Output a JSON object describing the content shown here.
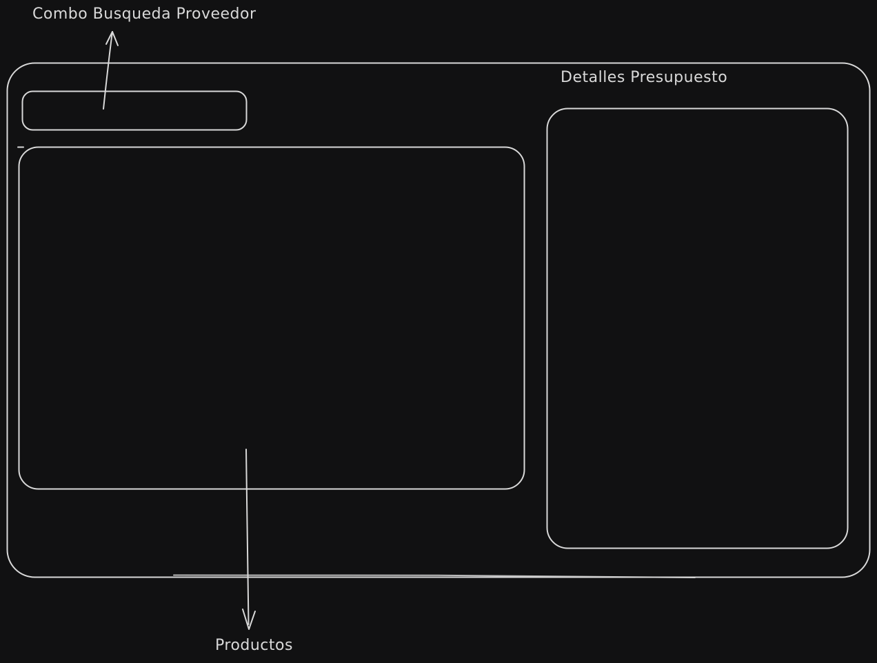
{
  "canvas": {
    "background_color": "#111112",
    "stroke_color": "#d9d9d9",
    "text_color": "#d9d9d9"
  },
  "labels": {
    "combo": "Combo Busqueda Proveedor",
    "details": "Detalles Presupuesto",
    "products": "Productos"
  },
  "annotations": {
    "arrows": [
      {
        "name": "combo-annotation-arrow",
        "direction": "up",
        "points_to": "provider-search-combo-label"
      },
      {
        "name": "products-annotation-arrow",
        "direction": "down",
        "points_to": "products-label"
      }
    ]
  }
}
